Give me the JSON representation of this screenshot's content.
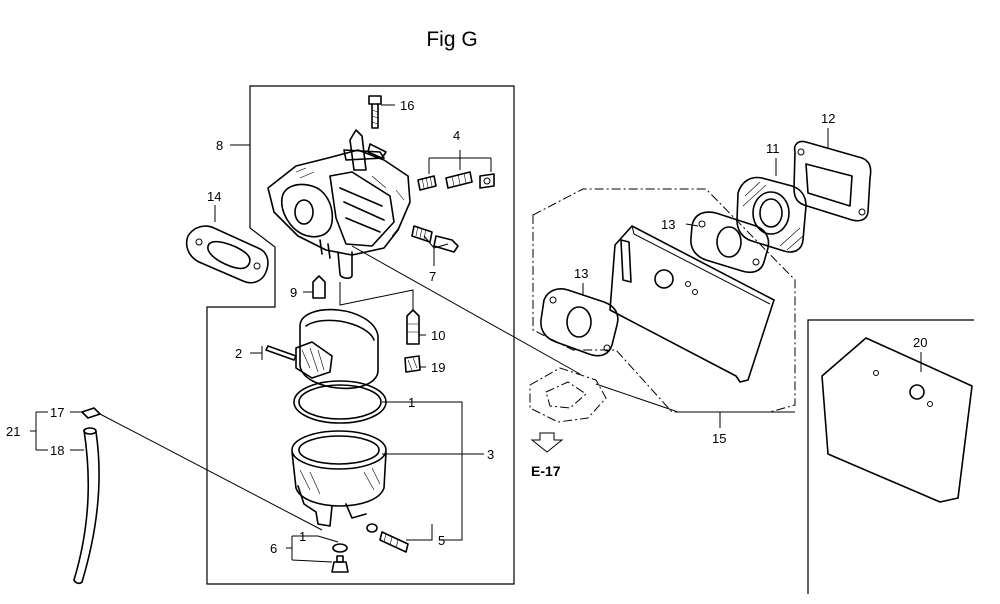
{
  "figure": {
    "title": "Fig G",
    "reference": "E-17"
  },
  "callouts": {
    "c1a": "1",
    "c1b": "1",
    "c2": "2",
    "c3": "3",
    "c4": "4",
    "c5": "5",
    "c6": "6",
    "c7": "7",
    "c8": "8",
    "c9": "9",
    "c10": "10",
    "c11": "11",
    "c12": "12",
    "c13a": "13",
    "c13b": "13",
    "c14": "14",
    "c15": "15",
    "c16": "16",
    "c17": "17",
    "c18": "18",
    "c19": "19",
    "c20": "20",
    "c21": "21"
  }
}
